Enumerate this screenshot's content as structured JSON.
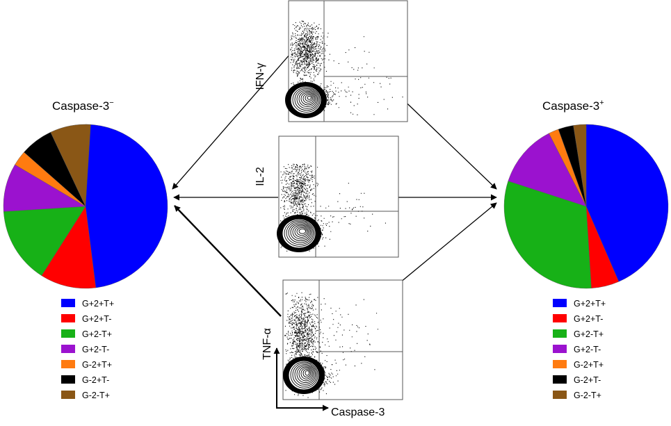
{
  "colors": {
    "G+2+T+": "#0000ff",
    "G+2+T-": "#ff0000",
    "G+2-T+": "#17b117",
    "G+2-T-": "#9b12cf",
    "G-2+T+": "#ff7b10",
    "G-2+T-": "#000000",
    "G-2-T+": "#8a5716"
  },
  "legend_labels": [
    "G+2+T+",
    "G+2+T-",
    "G+2-T+",
    "G+2-T-",
    "G-2+T+",
    "G-2+T-",
    "G-2-T+"
  ],
  "pies": {
    "left": {
      "title_base": "Caspase-3",
      "title_sup": "−",
      "fractions": [
        0.48,
        0.11,
        0.15,
        0.095,
        0.03,
        0.065,
        0.08
      ]
    },
    "right": {
      "title_base": "Caspase-3",
      "title_sup": "+",
      "fractions": [
        0.435,
        0.055,
        0.31,
        0.125,
        0.02,
        0.03,
        0.025
      ]
    }
  },
  "flow_panels": {
    "top": {
      "ylabel": "IFN-γ"
    },
    "mid": {
      "ylabel": "IL-2"
    },
    "bottom": {
      "ylabel": "TNF-α",
      "xlabel": "Caspase-3"
    }
  }
}
